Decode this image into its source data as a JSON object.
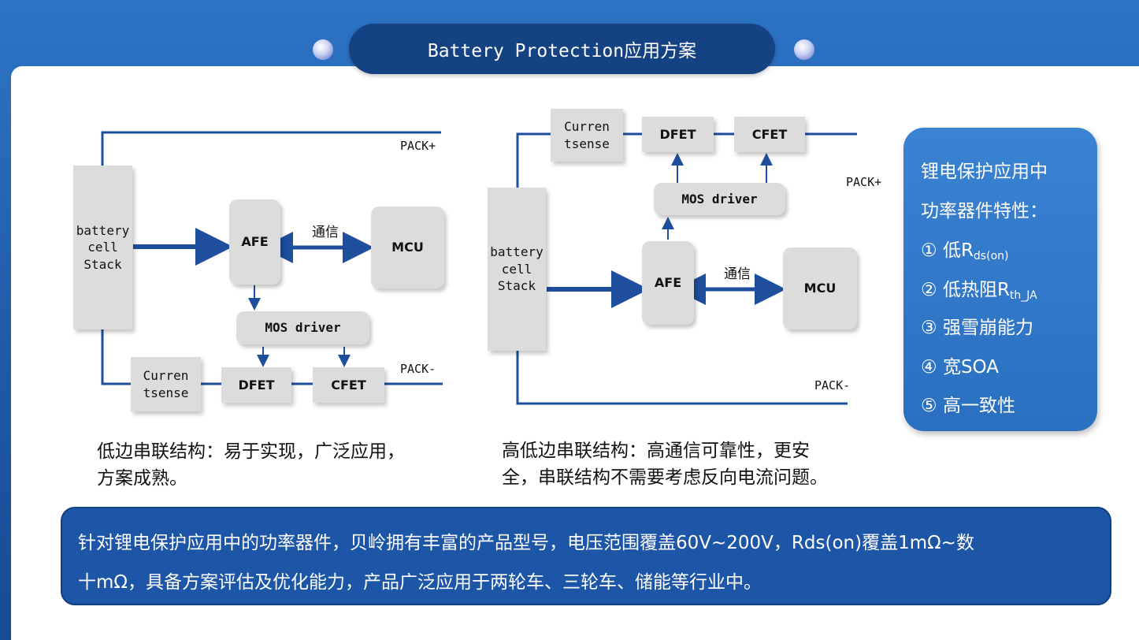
{
  "title": "Battery Protection应用方案",
  "left_diagram": {
    "battery": [
      "battery",
      "cell",
      "Stack"
    ],
    "afe": "AFE",
    "mcu": "MCU",
    "comm": "通信",
    "mos_driver": "MOS driver",
    "current_sense": [
      "Curren",
      "tsense"
    ],
    "dfet": "DFET",
    "cfet": "CFET",
    "pack_plus": "PACK+",
    "pack_minus": "PACK-",
    "caption": [
      "低边串联结构：易于实现，广泛应用，",
      "方案成熟。"
    ]
  },
  "right_diagram": {
    "battery": [
      "battery",
      "cell",
      "Stack"
    ],
    "afe": "AFE",
    "mcu": "MCU",
    "comm": "通信",
    "mos_driver": "MOS driver",
    "current_sense": [
      "Curren",
      "tsense"
    ],
    "dfet": "DFET",
    "cfet": "CFET",
    "pack_plus": "PACK+",
    "pack_minus": "PACK-",
    "caption": [
      "高低边串联结构：高通信可靠性，更安",
      "全，串联结构不需要考虑反向电流问题。"
    ]
  },
  "features": {
    "heading": [
      "锂电保护应用中",
      "功率器件特性："
    ],
    "items": [
      {
        "num": "①",
        "text": "低R",
        "sub": "ds(on)"
      },
      {
        "num": "②",
        "text": "低热阻R",
        "sub": "th_JA"
      },
      {
        "num": "③",
        "text": "强雪崩能力",
        "sub": ""
      },
      {
        "num": "④",
        "text": "宽SOA",
        "sub": ""
      },
      {
        "num": "⑤",
        "text": "高一致性",
        "sub": ""
      }
    ]
  },
  "summary": [
    "针对锂电保护应用中的功率器件，贝岭拥有丰富的产品型号，电压范围覆盖60V~200V，Rds(on)覆盖1mΩ~数",
    "十mΩ，具备方案评估及优化能力，产品广泛应用于两轮车、三轮车、储能等行业中。"
  ],
  "colors": {
    "accent": "#1f4fa0",
    "panel": "#ffffff",
    "box": "#dcdcdc",
    "line": "#1e4e9c"
  }
}
